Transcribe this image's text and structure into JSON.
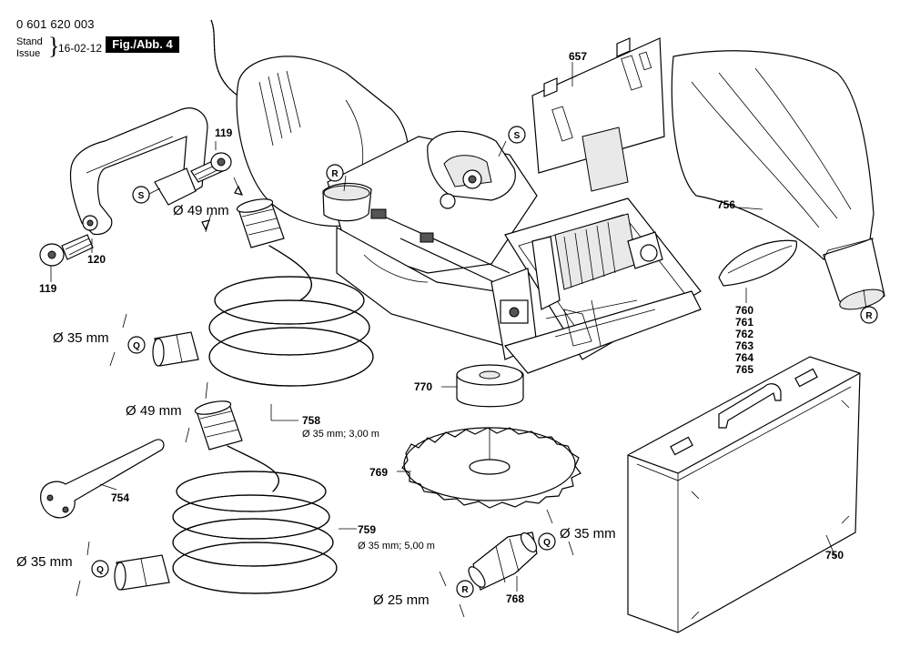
{
  "header": {
    "doc_number": "0 601 620 003",
    "stand_label": "Stand",
    "issue_label": "Issue",
    "date": "16-02-12",
    "figure": "Fig./Abb. 4"
  },
  "parts": {
    "p119a": "119",
    "p119b": "119",
    "p120": "120",
    "p657": "657",
    "p756": "756",
    "p760": "760",
    "p761": "761",
    "p762": "762",
    "p763": "763",
    "p764": "764",
    "p765": "765",
    "p770": "770",
    "p769": "769",
    "p758": "758",
    "p759": "759",
    "p754": "754",
    "p750": "750",
    "p768": "768"
  },
  "specs": {
    "hose758": "Ø 35 mm; 3,00 m",
    "hose759": "Ø 35 mm; 5,00 m"
  },
  "dims": {
    "d49a": "Ø 49 mm",
    "d35a": "Ø 35 mm",
    "d49b": "Ø 49 mm",
    "d35b": "Ø 35 mm",
    "d35c": "Ø 35 mm",
    "d25": "Ø 25 mm"
  },
  "callouts": {
    "s1": "S",
    "s2": "S",
    "r1": "R",
    "r2": "R",
    "r3": "R",
    "q1": "Q",
    "q2": "Q",
    "q3": "Q"
  }
}
